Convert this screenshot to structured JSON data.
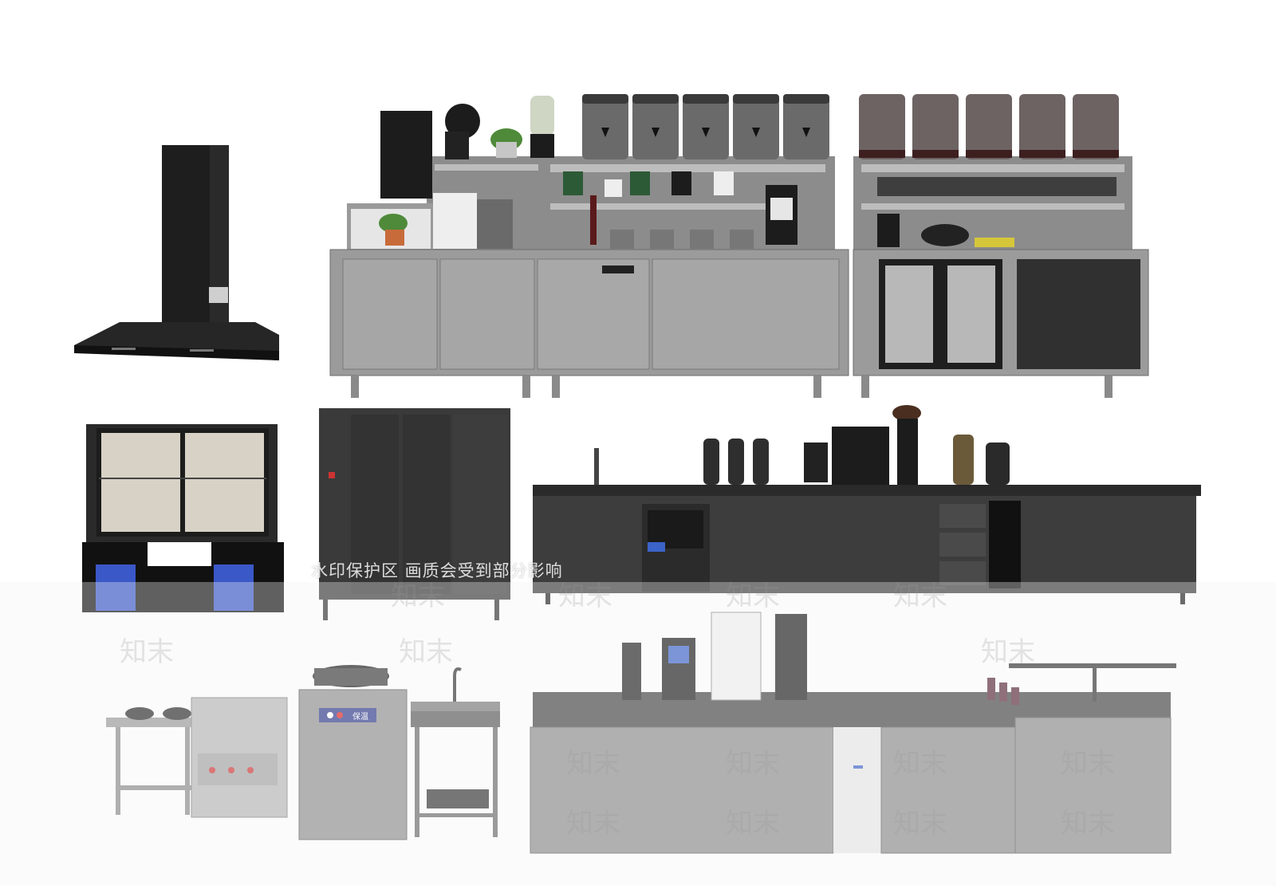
{
  "watermark": {
    "brand": "知末",
    "notice": "水印保护区  画质会受到部分影响"
  },
  "equipment": {
    "range_hood": "range-hood",
    "tea_bar_counter": "milk-tea-bar-counter",
    "display_cooler": "display-cooler",
    "tall_cabinet": "tall-storage-cabinet",
    "coffee_counter": "coffee-bar-counter",
    "stove_station": "stove-station",
    "soup_cooker_label": "保温",
    "sink_station": "sink-station",
    "dispenser_counter": "dispenser-counter"
  },
  "colors": {
    "steel": "#8a8a8a",
    "steel_light": "#a5a5a5",
    "dark": "#3a3a3a",
    "black": "#1c1c1c",
    "accent_blue": "#3b4aa8"
  }
}
